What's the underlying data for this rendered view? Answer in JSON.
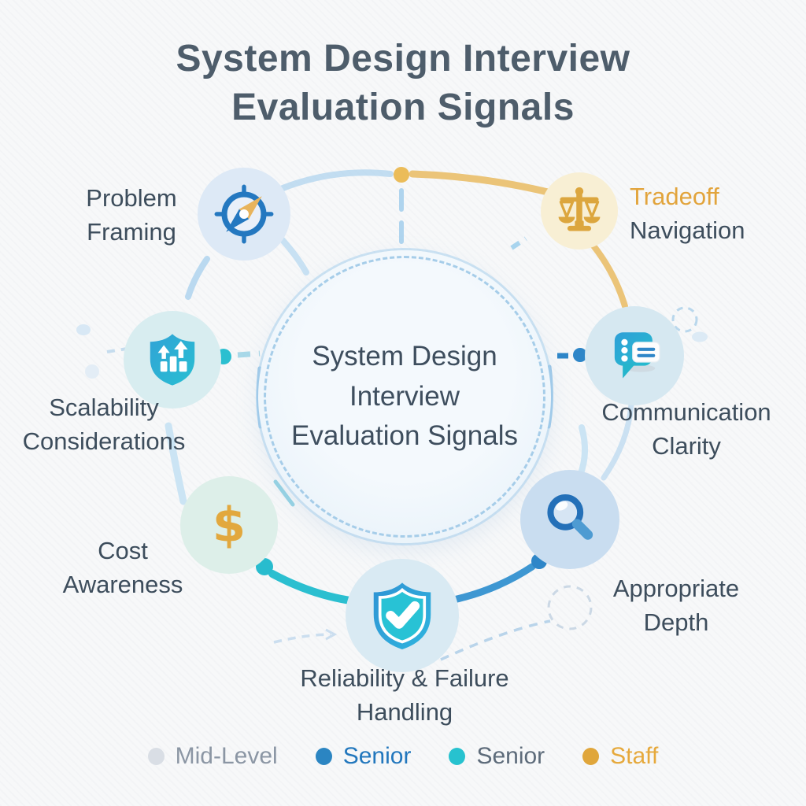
{
  "title": {
    "line1": "System Design Interview",
    "line2": "Evaluation Signals"
  },
  "center_circle": {
    "line1": "System Design",
    "line2": "Interview",
    "line3": "Evaluation Signals"
  },
  "nodes": {
    "problem_framing": {
      "line1": "Problem",
      "line2": "Framing",
      "icon": "compass-icon"
    },
    "tradeoff_navigation": {
      "line1": "Tradeoff",
      "line2": "Navigation",
      "icon": "scales-icon",
      "line1_color": "#E2A43C"
    },
    "scalability": {
      "line1": "Scalability",
      "line2": "Considerations",
      "icon": "growth-shield-icon"
    },
    "communication": {
      "line1": "Communication",
      "line2": "Clarity",
      "icon": "chat-bubbles-icon"
    },
    "cost": {
      "line1": "Cost",
      "line2": "Awareness",
      "icon": "dollar-icon"
    },
    "depth": {
      "line1": "Appropriate",
      "line2": "Depth",
      "icon": "magnifier-icon"
    },
    "reliability": {
      "line1": "Reliability & Failure",
      "line2": "Handling",
      "icon": "check-shield-icon"
    }
  },
  "legend": {
    "items": [
      {
        "label": "Mid-Level",
        "dot_color": "#D9DEE5",
        "text_color": "#8B96A4"
      },
      {
        "label": "Senior",
        "dot_color": "#2B85C2",
        "text_color": "#2277BD"
      },
      {
        "label": "Senior",
        "dot_color": "#27C2CF",
        "text_color": "#5D6B7A"
      },
      {
        "label": "Staff",
        "dot_color": "#E0A63B",
        "text_color": "#E6A93C"
      }
    ]
  },
  "colors": {
    "title_text": "#4E5D6B",
    "label_text": "#3D4D5C",
    "gold_arc": "#EBC478",
    "blue_arc": "#3E97D2",
    "teal_arc": "#2BBFD0",
    "light_blue_arc": "#BBD9F0"
  }
}
